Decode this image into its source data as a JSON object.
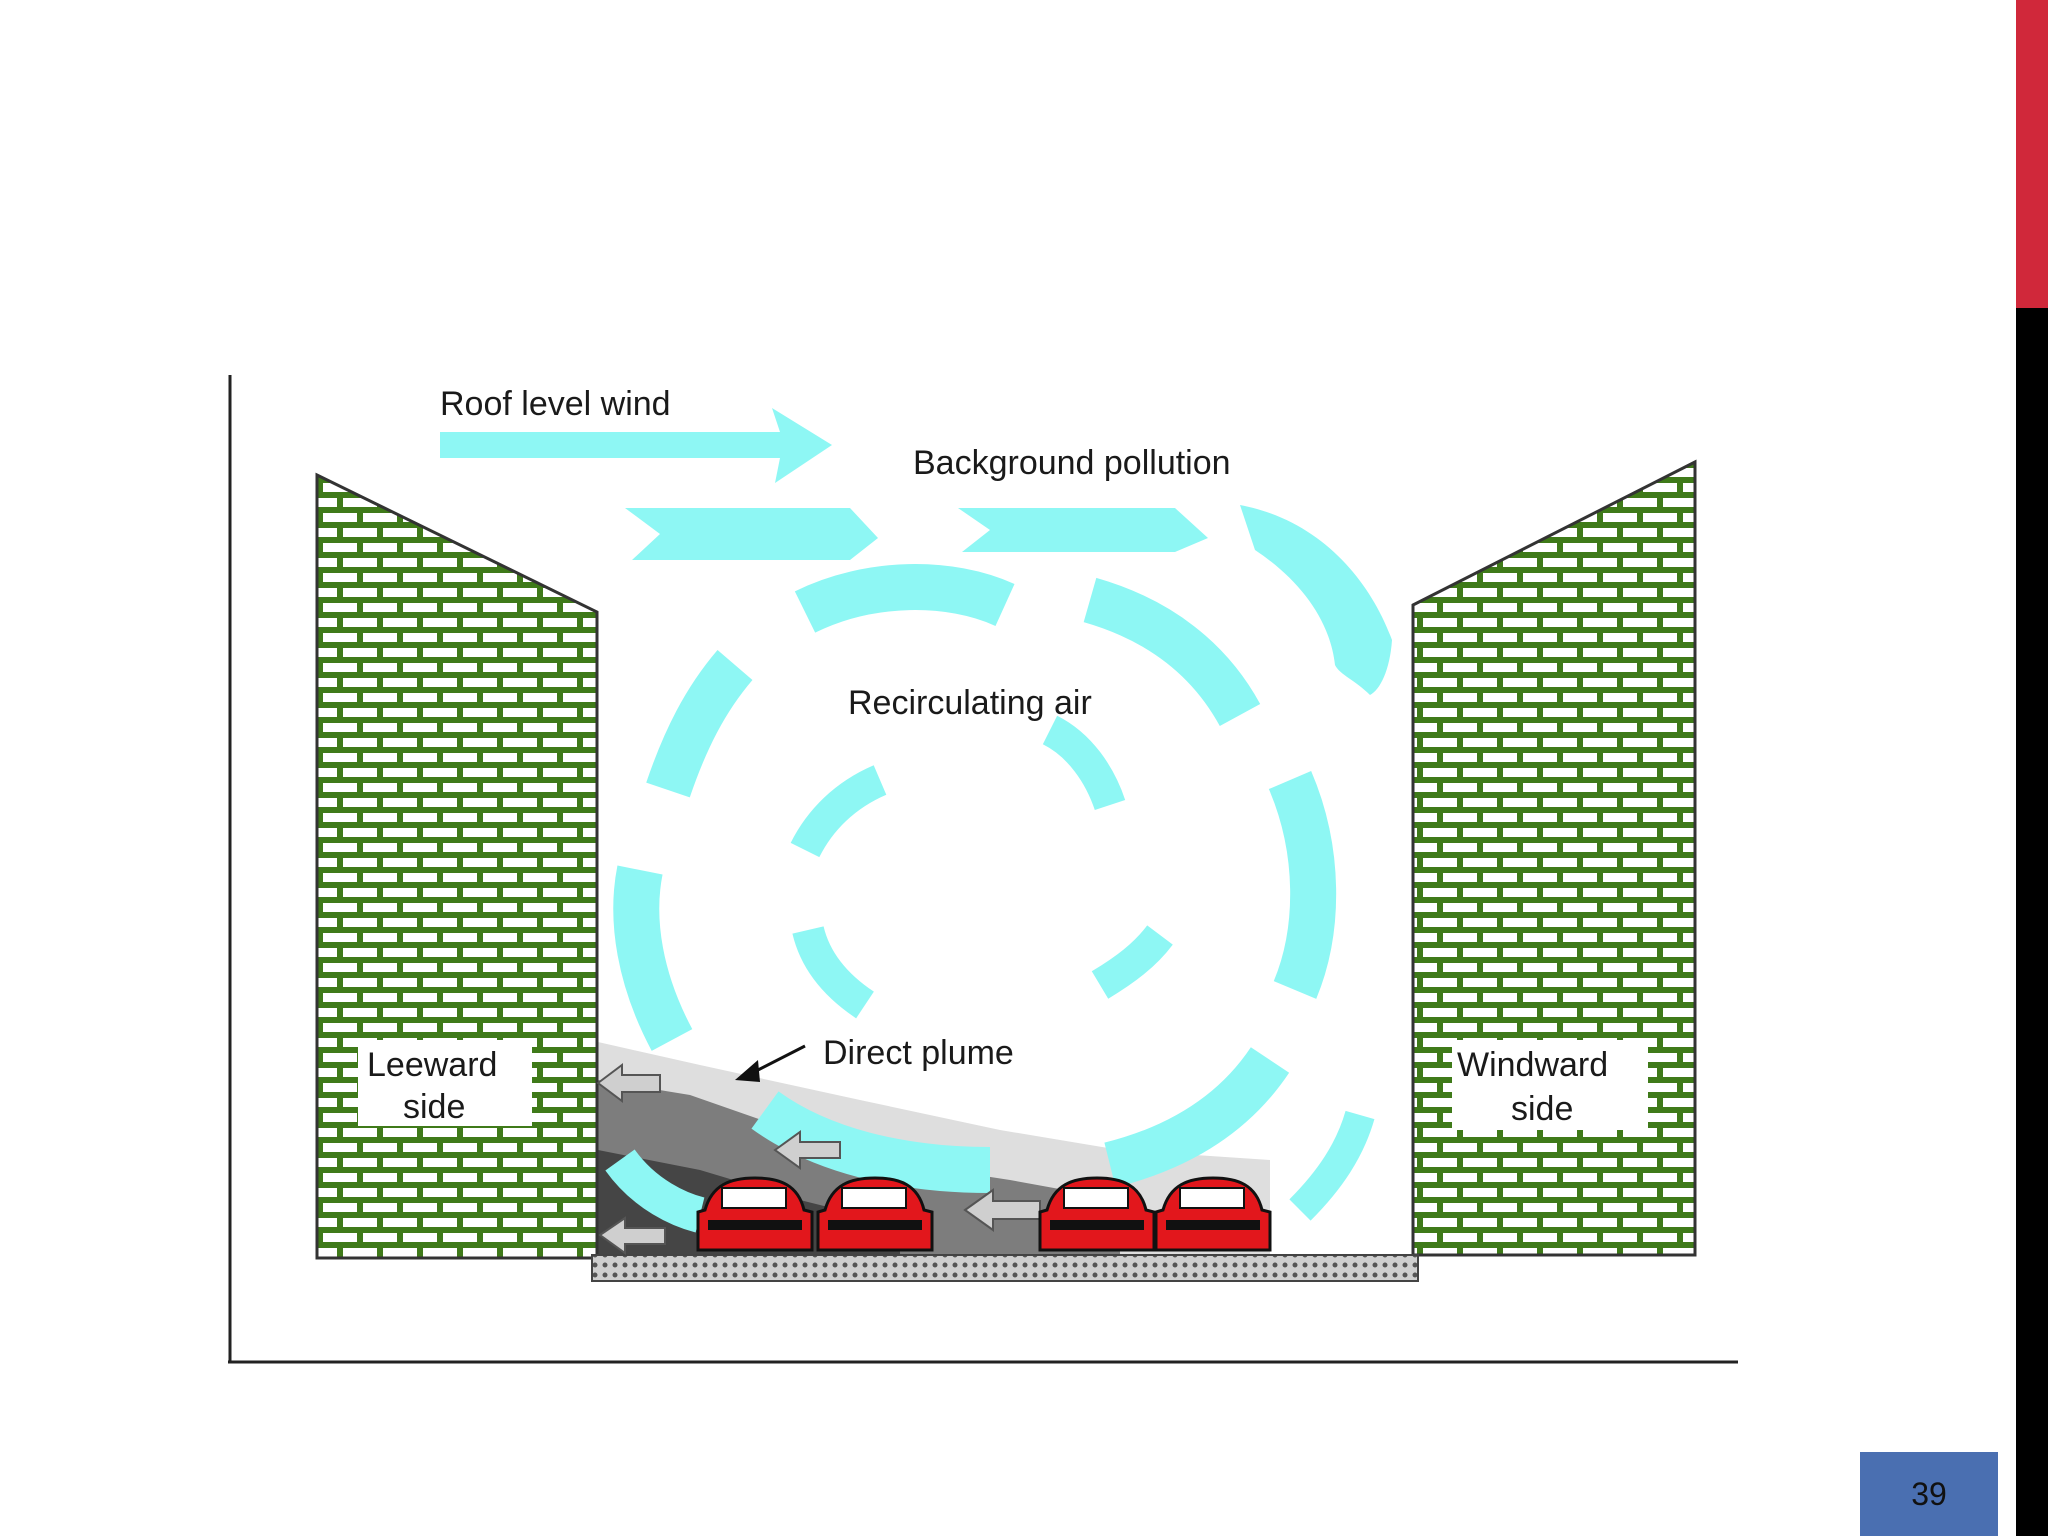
{
  "slide": {
    "page_number": "39"
  },
  "colors": {
    "accent_red": "#d0283a",
    "side_bar": "#000000",
    "page_box": "#4a6fb1",
    "air": "#8ef7f4",
    "brick": "#3f7a19",
    "car": "#e2171c"
  },
  "diagram": {
    "labels": {
      "roof_wind": "Roof level wind",
      "background": "Background pollution",
      "recirc": "Recirculating air",
      "plume": "Direct plume",
      "leeward_1": "Leeward",
      "leeward_2": "side",
      "windward_1": "Windward",
      "windward_2": "side"
    }
  }
}
